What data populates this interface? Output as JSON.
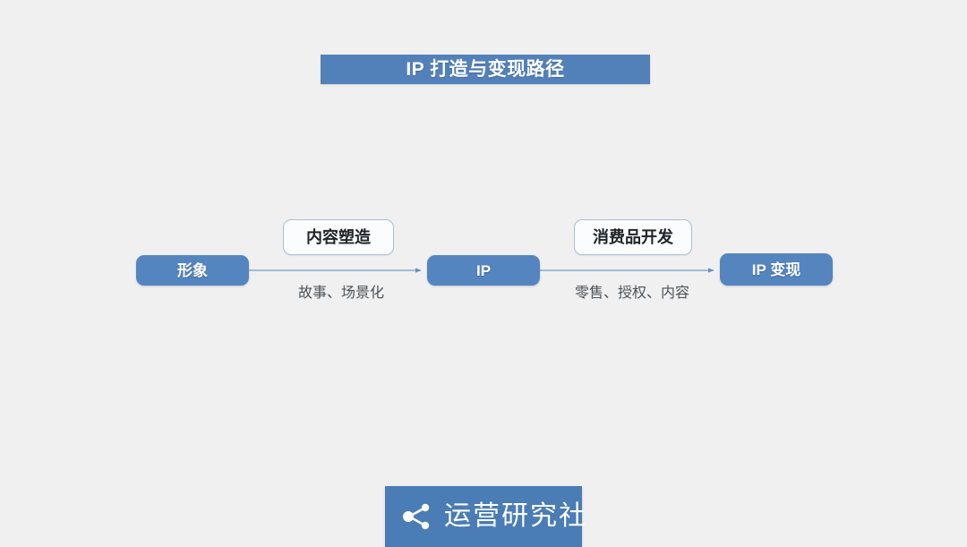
{
  "slide": {
    "background_color": "#f0f0f0",
    "title": {
      "text": "IP 打造与变现路径",
      "background_color": "#5281ba",
      "text_color": "#ffffff"
    }
  },
  "diagram": {
    "type": "process-flow",
    "accent_color": "#5585bf",
    "nodes": [
      {
        "id": "image",
        "label": "形象"
      },
      {
        "id": "ip",
        "label": "IP"
      },
      {
        "id": "monetize",
        "label": "IP 变现"
      }
    ],
    "edges": [
      {
        "id": "edge-1",
        "from": "image",
        "to": "ip",
        "chip_label": "内容塑造",
        "caption": "故事、场景化"
      },
      {
        "id": "edge-2",
        "from": "ip",
        "to": "monetize",
        "chip_label": "消费品开发",
        "caption": "零售、授权、内容"
      }
    ]
  },
  "footer": {
    "brand": "运营研究社",
    "icon": "share-nodes-icon",
    "background_color": "#4a7cb5",
    "text_color": "#ffffff"
  }
}
